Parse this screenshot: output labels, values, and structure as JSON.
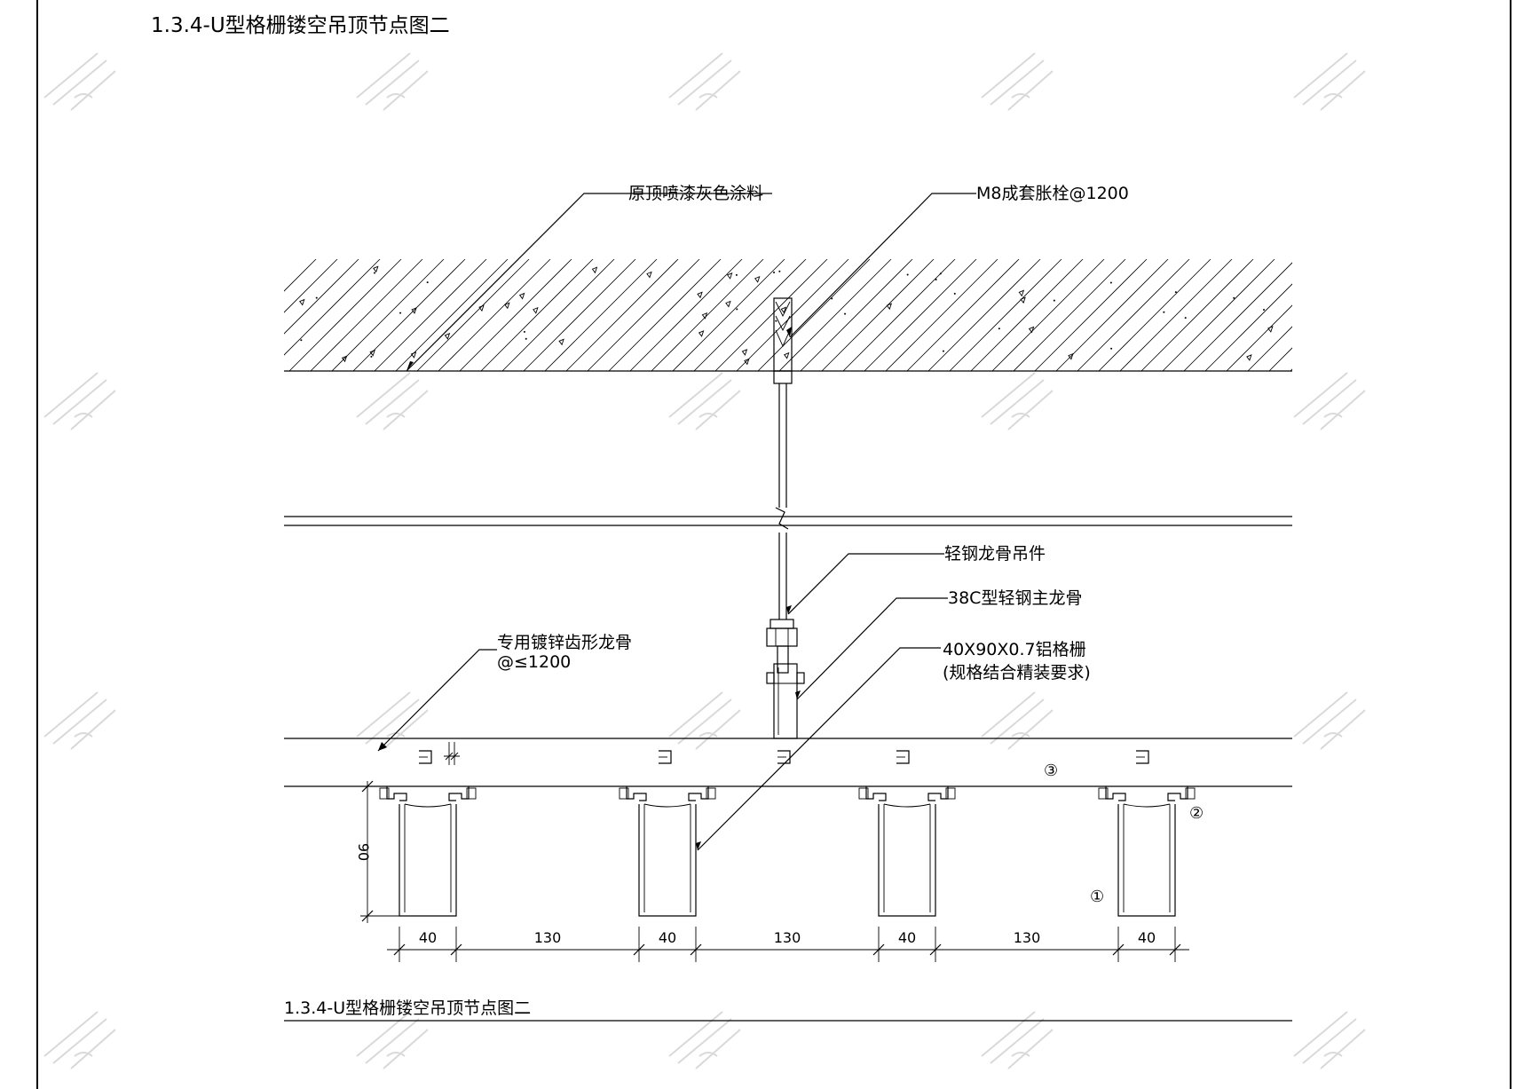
{
  "page_title": "1.3.4-U型格栅镂空吊顶节点图二",
  "drawing_title": "1.3.4-U型格栅镂空吊顶节点图二",
  "callouts": {
    "ceiling_paint": "原顶喷漆灰色涂料",
    "expansion_bolt": "M8成套胀栓@1200",
    "hanger": "轻钢龙骨吊件",
    "main_keel": "38C型轻钢主龙骨",
    "grille_line1": "40X90X0.7铝格栅",
    "grille_line2": "(规格结合精装要求)",
    "tooth_keel_line1": "专用镀锌齿形龙骨",
    "tooth_keel_line2": "@≤1200"
  },
  "markers": {
    "m1": "①",
    "m2": "②",
    "m3": "③"
  },
  "dimensions": {
    "height": "90",
    "bottom": [
      "40",
      "130",
      "40",
      "130",
      "40",
      "130",
      "40"
    ]
  },
  "colors": {
    "line": "#000000",
    "watermark": "#d9d9d9",
    "background": "#ffffff"
  }
}
